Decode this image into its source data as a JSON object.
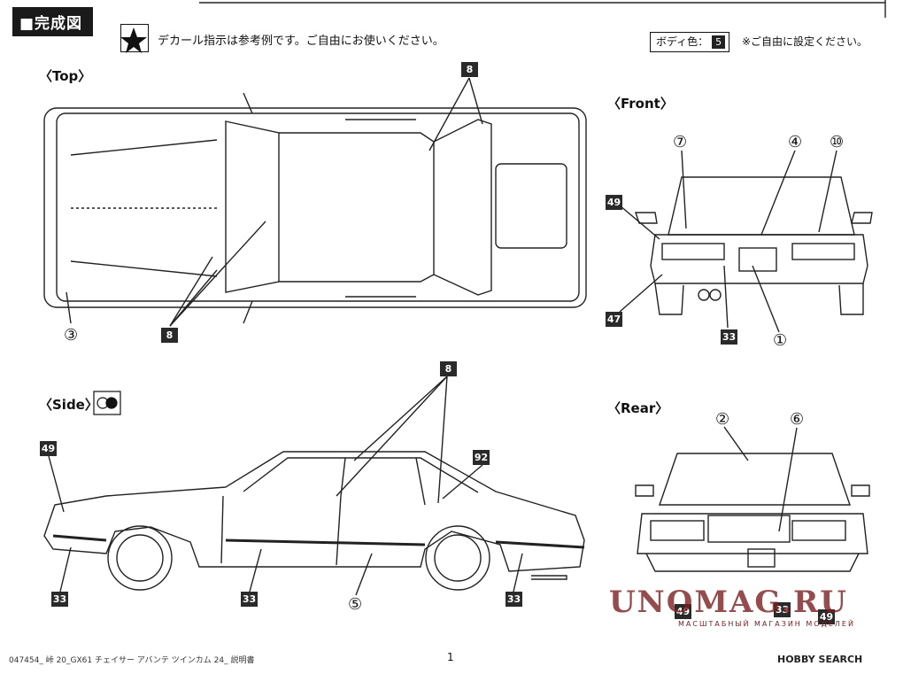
{
  "header": {
    "title": "■完成図"
  },
  "decal_note": "デカール指示は参考例です。ご自由にお使いください。",
  "body_color": {
    "label": "ボディ色：",
    "number": "5",
    "note": "※ご自由に設定ください。"
  },
  "views": {
    "top": "〈Top〉",
    "front": "〈Front〉",
    "side": "〈Side〉",
    "rear": "〈Rear〉"
  },
  "tags": {
    "t8_top": "8",
    "t8_topbottom": "8",
    "t49_front": "49",
    "t47_front": "47",
    "t33_front": "33",
    "t8_side": "8",
    "t92_side": "92",
    "t49_side": "49",
    "t33_side_a": "33",
    "t33_side_b": "33",
    "t33_side_c": "33",
    "t49_rear": "49",
    "t33_rear": "33",
    "t49_rear_b": "49"
  },
  "circled": {
    "c3": "③",
    "c7": "⑦",
    "c4": "④",
    "c10": "⑩",
    "c1": "①",
    "c5": "⑤",
    "c2": "②",
    "c6": "⑥"
  },
  "footer": {
    "left": "047454_ 峠 20_GX61 チェイサー アバンテ ツインカム 24_ 説明書",
    "page": "1"
  },
  "watermark": {
    "main": "UNOMAG.RU",
    "sub": "МАСШТАБНЫЙ МАГАЗИН МОДЕЛЕЙ",
    "hobby": "HOBBY SEARCH"
  }
}
